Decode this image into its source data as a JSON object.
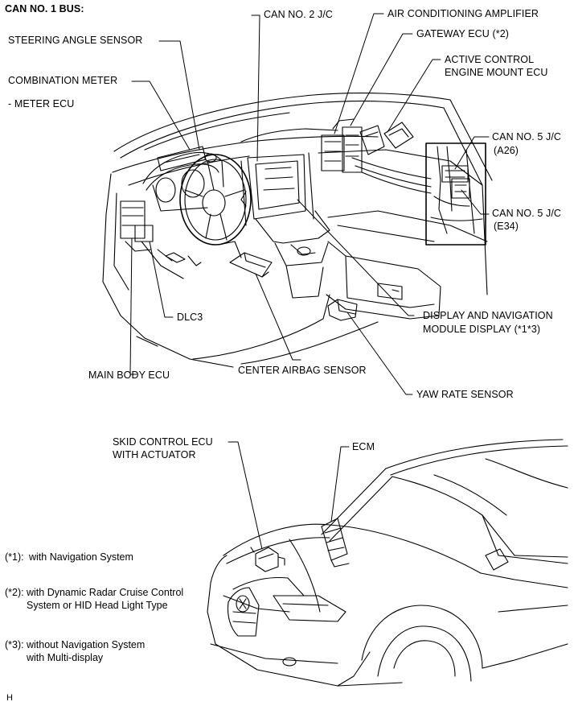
{
  "diagram": {
    "header": "CAN NO. 1 BUS:",
    "labels": {
      "can_no2_jc": "CAN NO. 2 J/C",
      "air_conditioning_amplifier": "AIR CONDITIONING AMPLIFIER",
      "steering_angle_sensor": "STEERING ANGLE SENSOR",
      "gateway_ecu": "GATEWAY ECU (*2)",
      "active_control_line1": "ACTIVE CONTROL",
      "active_control_line2": "ENGINE MOUNT ECU",
      "combination_meter": "COMBINATION METER",
      "meter_ecu": "- METER ECU",
      "can_no5_jc_a26_line1": "CAN NO. 5 J/C",
      "can_no5_jc_a26_line2": "(A26)",
      "can_no5_jc_e34_line1": "CAN NO. 5 J/C",
      "can_no5_jc_e34_line2": "(E34)",
      "dlc3": "DLC3",
      "display_nav_line1": "DISPLAY AND NAVIGATION",
      "display_nav_line2": "MODULE DISPLAY (*1*3)",
      "main_body_ecu": "MAIN BODY ECU",
      "center_airbag_sensor": "CENTER AIRBAG SENSOR",
      "yaw_rate_sensor": "YAW RATE SENSOR",
      "skid_control_line1": "SKID CONTROL ECU",
      "skid_control_line2": "WITH ACTUATOR",
      "ecm": "ECM"
    },
    "notes": [
      {
        "key": "(*1):",
        "lines": [
          "with Navigation System"
        ]
      },
      {
        "key": "(*2):",
        "lines": [
          "with Dynamic Radar Cruise Control",
          "System or HID Head Light Type"
        ]
      },
      {
        "key": "(*3):",
        "lines": [
          "without Navigation System",
          "with Multi-display"
        ]
      }
    ],
    "corner_mark": "H"
  }
}
